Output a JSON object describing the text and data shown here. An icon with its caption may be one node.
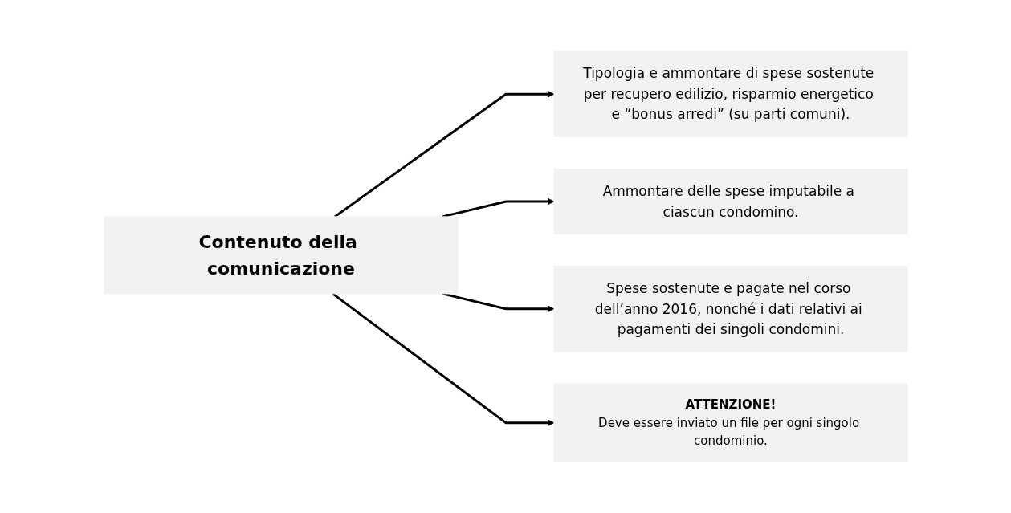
{
  "diagram": {
    "nodes": [
      {
        "text": [
          "Contenuto della comunicazione"
        ]
      },
      {
        "text": [
          "Tipologia e ammontare di spese sostenute per recupero edilizio, risparmio energetico e “bonus arredi” (su parti comuni)."
        ]
      },
      {
        "text": [
          "Ammontare delle spese imputabile a ciascun condomino."
        ]
      },
      {
        "text": [
          "Spese sostenute e pagate nel corso dell’anno 2016, nonché i dati relativi ai pagamenti dei singoli condomini."
        ]
      },
      {
        "text": [
          "ATTENZIONE!",
          "Deve essere inviato un file per ogni singolo condominio."
        ]
      }
    ],
    "edges": [
      {
        "from": 0,
        "to": 1,
        "arrow": "to"
      },
      {
        "from": 0,
        "to": 2,
        "arrow": "to"
      },
      {
        "from": 0,
        "to": 3,
        "arrow": "to"
      },
      {
        "from": 0,
        "to": 4,
        "arrow": "to"
      }
    ]
  }
}
